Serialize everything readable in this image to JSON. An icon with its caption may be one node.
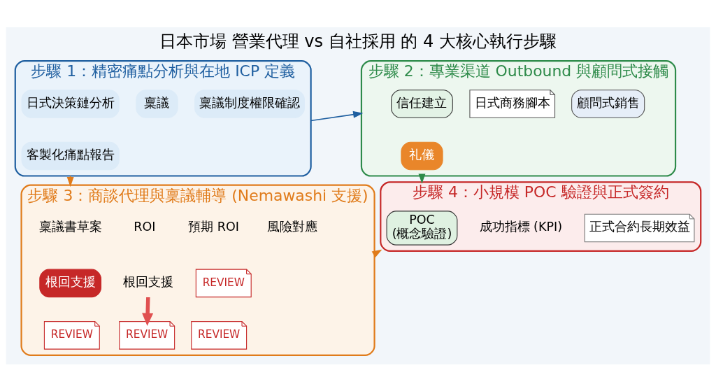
{
  "diagram": {
    "title": "日本市場 營業代理 vs 自社採用 的 4 大核心執行步驟",
    "nodes": [
      {
        "text": [
          "步驟 1：精密痛點分析與在地 ICP 定義"
        ]
      },
      {
        "text": [
          "日式決策鏈分析"
        ],
        "in": 0
      },
      {
        "text": [
          "稟議"
        ],
        "in": 0
      },
      {
        "text": [
          "稟議制度權限確認"
        ],
        "in": 0
      },
      {
        "text": [
          "客製化痛點報告"
        ],
        "in": 0
      },
      {
        "text": [
          "步驟 2：專業渠道 Outbound 與顧問式接觸"
        ]
      },
      {
        "text": [
          "信任建立"
        ],
        "in": 5
      },
      {
        "text": [
          "日式商務腳本"
        ],
        "in": 5
      },
      {
        "text": [
          "顧問式銷售"
        ],
        "in": 5
      },
      {
        "text": [
          "礼儀"
        ],
        "in": 5
      },
      {
        "text": [
          "步驟 3：商談代理與稟議輔導 (Nemawashi 支援)"
        ]
      },
      {
        "text": [
          "稟議書草案"
        ],
        "in": 10
      },
      {
        "text": [
          "預期 ROI"
        ],
        "in": 10
      },
      {
        "text": [
          "風險對應"
        ],
        "in": 10
      },
      {
        "text": [
          "根回支援"
        ],
        "in": 10
      },
      {
        "text": [
          "根回支援"
        ],
        "in": 10
      },
      {
        "text": [
          "REVIEW"
        ],
        "in": 10
      },
      {
        "text": [
          "REVIEW"
        ],
        "in": 10
      },
      {
        "text": [
          "REVIEW"
        ],
        "in": 10
      },
      {
        "text": [
          "REVIEW"
        ],
        "in": 10
      },
      {
        "text": [
          "步驟 4：小規模 POC 驗證與正式簽約"
        ]
      },
      {
        "text": [
          "POC",
          "(概念驗證)"
        ],
        "in": 20
      },
      {
        "text": [
          "成功指標 (KPI)"
        ],
        "in": 20
      },
      {
        "text": [
          "正式合約長期效益"
        ],
        "in": 20
      }
    ],
    "edges": [
      {
        "from": 0,
        "to": 5,
        "arrow": "to",
        "color": "#1f5fa0"
      },
      {
        "from": 0,
        "to": 10,
        "arrow": "to",
        "color": "#e07b1a"
      },
      {
        "from": 5,
        "to": 20,
        "arrow": "to",
        "color": "#2e8b4a"
      },
      {
        "from": 10,
        "to": 20,
        "arrow": "to",
        "color": "#e07b1a"
      },
      {
        "from": 15,
        "to": 18,
        "arrow": "to",
        "color": "#e05050",
        "style": "thick"
      }
    ],
    "labels": [
      "ROI"
    ]
  }
}
